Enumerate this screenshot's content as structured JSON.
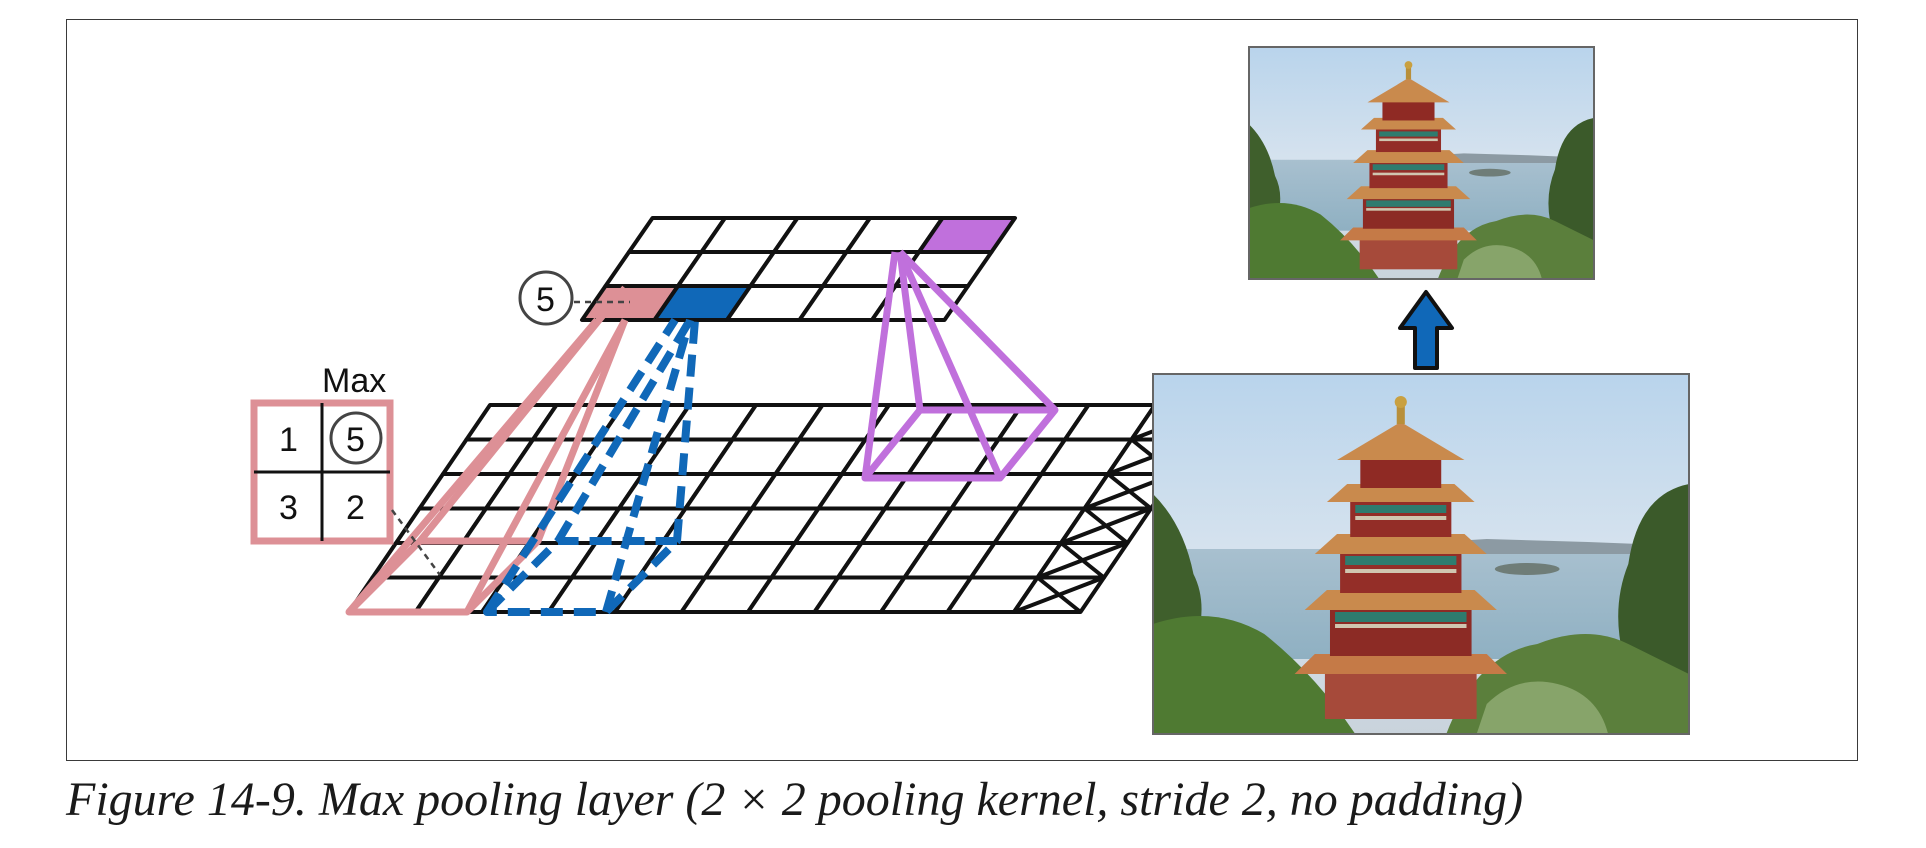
{
  "max_box": {
    "title": "Max",
    "cells": [
      "1",
      "5",
      "3",
      "2"
    ]
  },
  "max_result": "5",
  "colors": {
    "pink": "#dd9096",
    "blue": "#1068b8",
    "purple": "#c070dc",
    "grid": "#111111"
  },
  "input_grid": {
    "rows": 6,
    "cols": 11,
    "dropped_last_column": true
  },
  "output_grid": {
    "rows": 3,
    "cols": 5
  },
  "photos": {
    "input_description_icon": "pagoda-photo",
    "output_description_icon": "pagoda-photo-small"
  },
  "arrow_icon": "up-arrow-icon",
  "caption": "Figure 14-9. Max pooling layer (2 × 2 pooling kernel, stride 2, no padding)"
}
